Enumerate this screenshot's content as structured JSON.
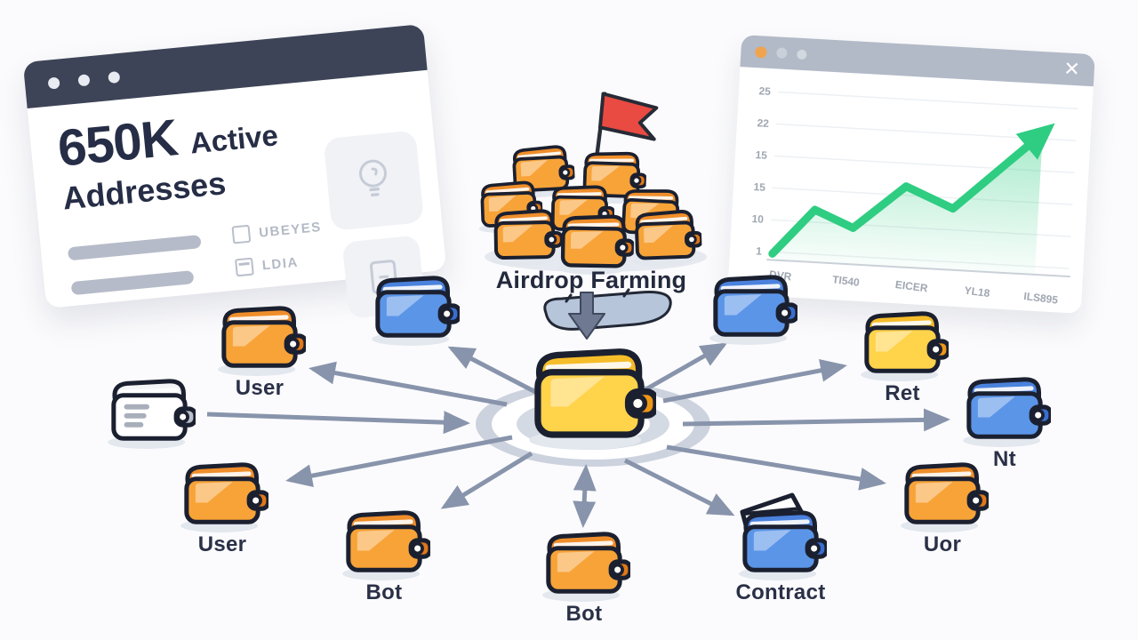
{
  "scene": {
    "caption": "Airdrop Farming"
  },
  "stats_card": {
    "headline_value": "650K",
    "headline_unit": "Active",
    "headline_line2": "Addresses",
    "checklist": [
      {
        "icon": "checkbox-icon",
        "label": "UBEYES"
      },
      {
        "icon": "calendar-icon",
        "label": "LDIA"
      }
    ],
    "side_icons": [
      "lightbulb-icon",
      "document-icon"
    ]
  },
  "chart_window": {
    "close_glyph": "✕"
  },
  "chart_data": {
    "type": "line",
    "title": "",
    "x_labels": [
      "DVR",
      "TI540",
      "EICER",
      "YL18",
      "ILS895"
    ],
    "y_labels": [
      "25",
      "22",
      "15",
      "15",
      "10",
      "1"
    ],
    "points": [
      [
        0,
        1
      ],
      [
        1,
        10
      ],
      [
        2,
        8
      ],
      [
        3,
        15
      ],
      [
        4,
        13
      ],
      [
        6,
        25
      ]
    ],
    "trend": "up",
    "grid": true,
    "legend": false,
    "line_color": "#2ecd82",
    "area_fill": "rgba(46,205,130,0.25)"
  },
  "network": {
    "hub": {
      "id": "central-wallet",
      "color": "gold"
    },
    "nodes": [
      {
        "id": "wallet-upper-left-blue",
        "label": "",
        "color": "blue"
      },
      {
        "id": "wallet-user-upper",
        "label": "User",
        "color": "orange"
      },
      {
        "id": "wallet-white",
        "label": "",
        "color": "white"
      },
      {
        "id": "wallet-user-lower",
        "label": "User",
        "color": "orange"
      },
      {
        "id": "wallet-bot-left",
        "label": "Bot",
        "color": "orange"
      },
      {
        "id": "wallet-bot-bottom",
        "label": "Bot",
        "color": "orange"
      },
      {
        "id": "wallet-contract",
        "label": "Contract",
        "color": "blue"
      },
      {
        "id": "wallet-upper-right-blue",
        "label": "",
        "color": "blue"
      },
      {
        "id": "wallet-ret",
        "label": "Ret",
        "color": "gold"
      },
      {
        "id": "wallet-nt",
        "label": "Nt",
        "color": "blue"
      },
      {
        "id": "wallet-uor",
        "label": "Uor",
        "color": "orange"
      }
    ]
  },
  "colors": {
    "header_navy": "#3d4457",
    "titlebar_gray": "#b2bac7",
    "accent_orange_dot": "#f0a44e",
    "text_navy": "#262d46",
    "muted_gray": "#b5bbc8",
    "arrow_gray": "#8894ab",
    "wallet_orange": "#f8a338",
    "wallet_gold": "#ffd34a",
    "wallet_blue": "#5b95e8",
    "flag_red": "#e94a41",
    "chart_green": "#2ecd82"
  }
}
